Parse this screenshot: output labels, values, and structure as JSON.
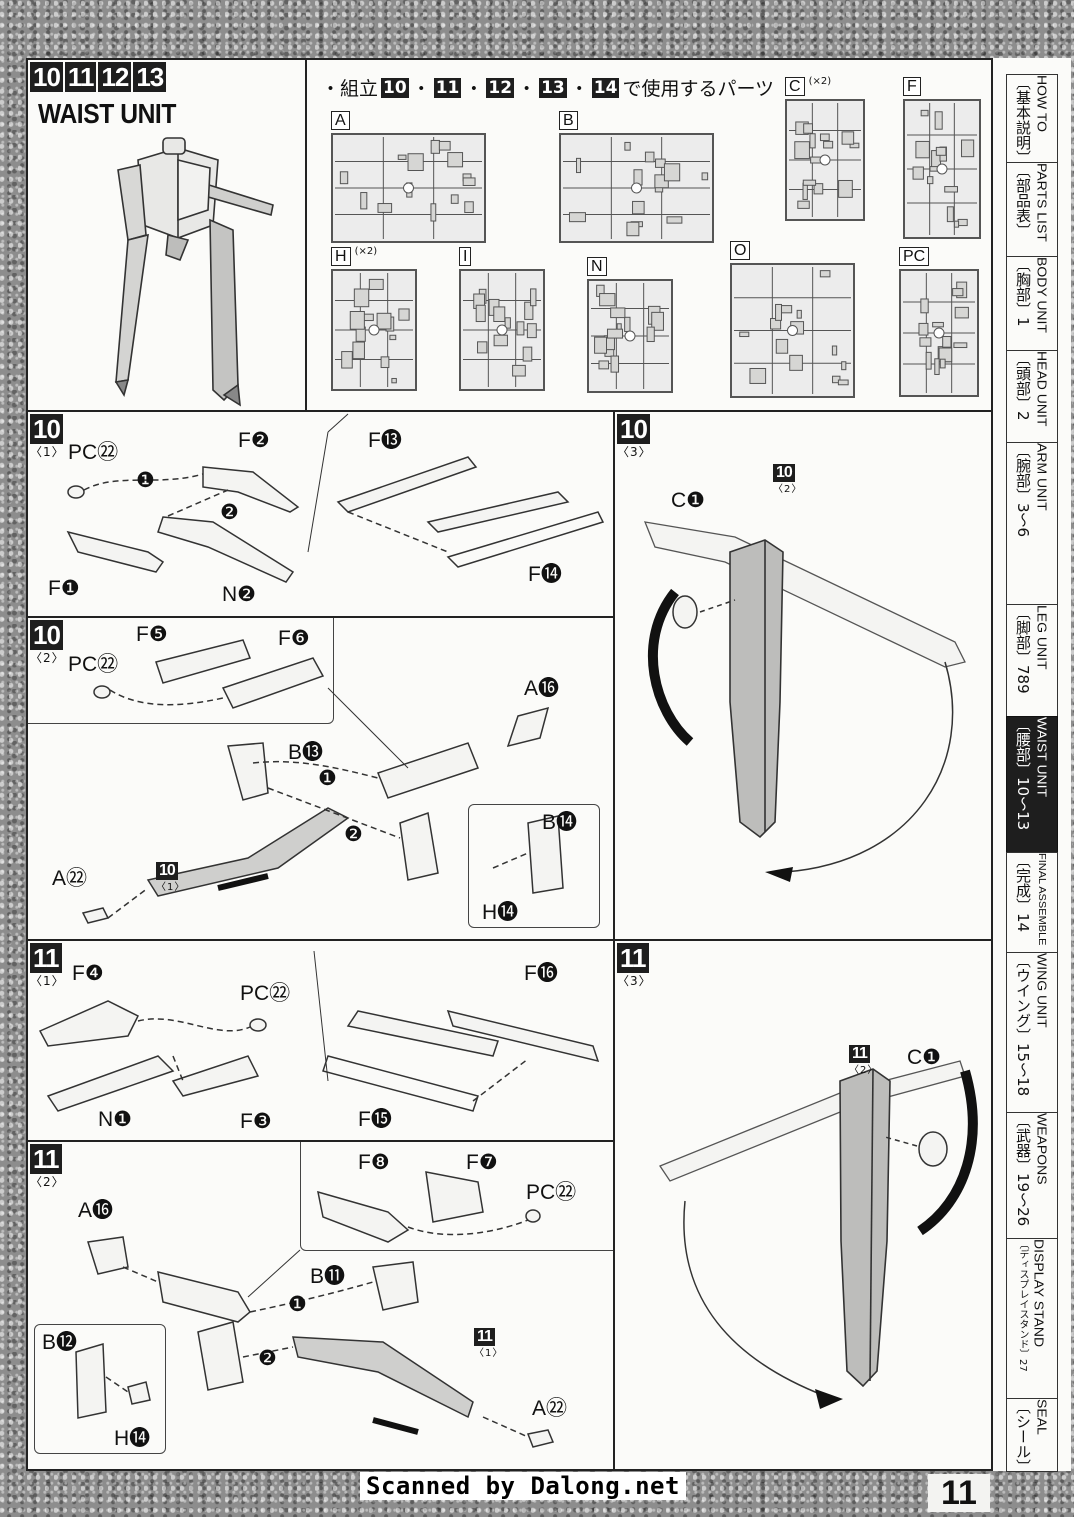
{
  "header": {
    "step_numbers": [
      "10",
      "11",
      "12",
      "13"
    ],
    "unit_title": "WAIST UNIT"
  },
  "parts_list": {
    "prefix": "・組立",
    "steps": [
      "10",
      "11",
      "12",
      "13",
      "14"
    ],
    "separator": "・",
    "suffix": "で使用するパーツ",
    "runners": [
      {
        "label": "A",
        "qty": ""
      },
      {
        "label": "B",
        "qty": ""
      },
      {
        "label": "C",
        "qty": "(×2)"
      },
      {
        "label": "F",
        "qty": ""
      },
      {
        "label": "H",
        "qty": "(×2)"
      },
      {
        "label": "I",
        "qty": ""
      },
      {
        "label": "N",
        "qty": ""
      },
      {
        "label": "O",
        "qty": ""
      },
      {
        "label": "PC",
        "qty": ""
      }
    ]
  },
  "steps": {
    "s10_1": {
      "num": "10",
      "sub": "〈1〉",
      "parts": [
        "PC㉒",
        "F❷",
        "F⓭",
        "F❶",
        "N❷",
        "F⓮"
      ],
      "order": [
        "❶",
        "❷"
      ]
    },
    "s10_2": {
      "num": "10",
      "sub": "〈2〉",
      "parts": [
        "F❺",
        "F❻",
        "PC㉒",
        "A⓰",
        "B⓭",
        "A㉒",
        "B⓮",
        "H⓮"
      ],
      "ref_num": "10",
      "ref_sub": "〈1〉",
      "order": [
        "❶",
        "❷"
      ]
    },
    "s10_3": {
      "num": "10",
      "sub": "〈3〉",
      "parts": [
        "C❶"
      ],
      "ref_num": "10",
      "ref_sub": "〈2〉"
    },
    "s11_1": {
      "num": "11",
      "sub": "〈1〉",
      "parts": [
        "F❹",
        "PC㉒",
        "F⓰",
        "N❶",
        "F❸",
        "F⓯"
      ]
    },
    "s11_2": {
      "num": "11",
      "sub": "〈2〉",
      "parts": [
        "F❽",
        "F❼",
        "PC㉒",
        "A⓰",
        "B⓫",
        "B⓬",
        "H⓮",
        "A㉒"
      ],
      "ref_num": "11",
      "ref_sub": "〈1〉",
      "order": [
        "❶",
        "❷"
      ]
    },
    "s11_3": {
      "num": "11",
      "sub": "〈3〉",
      "parts": [
        "C❶"
      ],
      "ref_num": "11",
      "ref_sub": "〈2〉"
    }
  },
  "tabs": [
    {
      "jp": "〔基本説明〕",
      "en": "HOW TO",
      "active": false
    },
    {
      "jp": "〔部品表〕",
      "en": "PARTS LIST",
      "active": false
    },
    {
      "jp": "〔胸部〕1",
      "en": "BODY UNIT",
      "active": false
    },
    {
      "jp": "〔頭部〕2",
      "en": "HEAD UNIT",
      "active": false
    },
    {
      "jp": "〔腕部〕3〜6",
      "en": "ARM UNIT",
      "active": false
    },
    {
      "jp": "〔脚部〕789",
      "en": "LEG UNIT",
      "active": false
    },
    {
      "jp": "〔腰部〕10〜13",
      "en": "WAIST UNIT",
      "active": true
    },
    {
      "jp": "〔完成〕14",
      "en": "FINAL ASSEMBLE",
      "active": false
    },
    {
      "jp": "〔ウイング〕15〜18",
      "en": "WING UNIT",
      "active": false
    },
    {
      "jp": "〔武器〕19〜26",
      "en": "WEAPONS",
      "active": false
    },
    {
      "jp": "〔ディスプレイスタンド〕27",
      "en": "DISPLAY STAND",
      "active": false
    },
    {
      "jp": "〔シール〕",
      "en": "SEAL",
      "active": false
    }
  ],
  "footer": {
    "scan_credit": "Scanned by Dalong.net",
    "page_number": "11"
  }
}
